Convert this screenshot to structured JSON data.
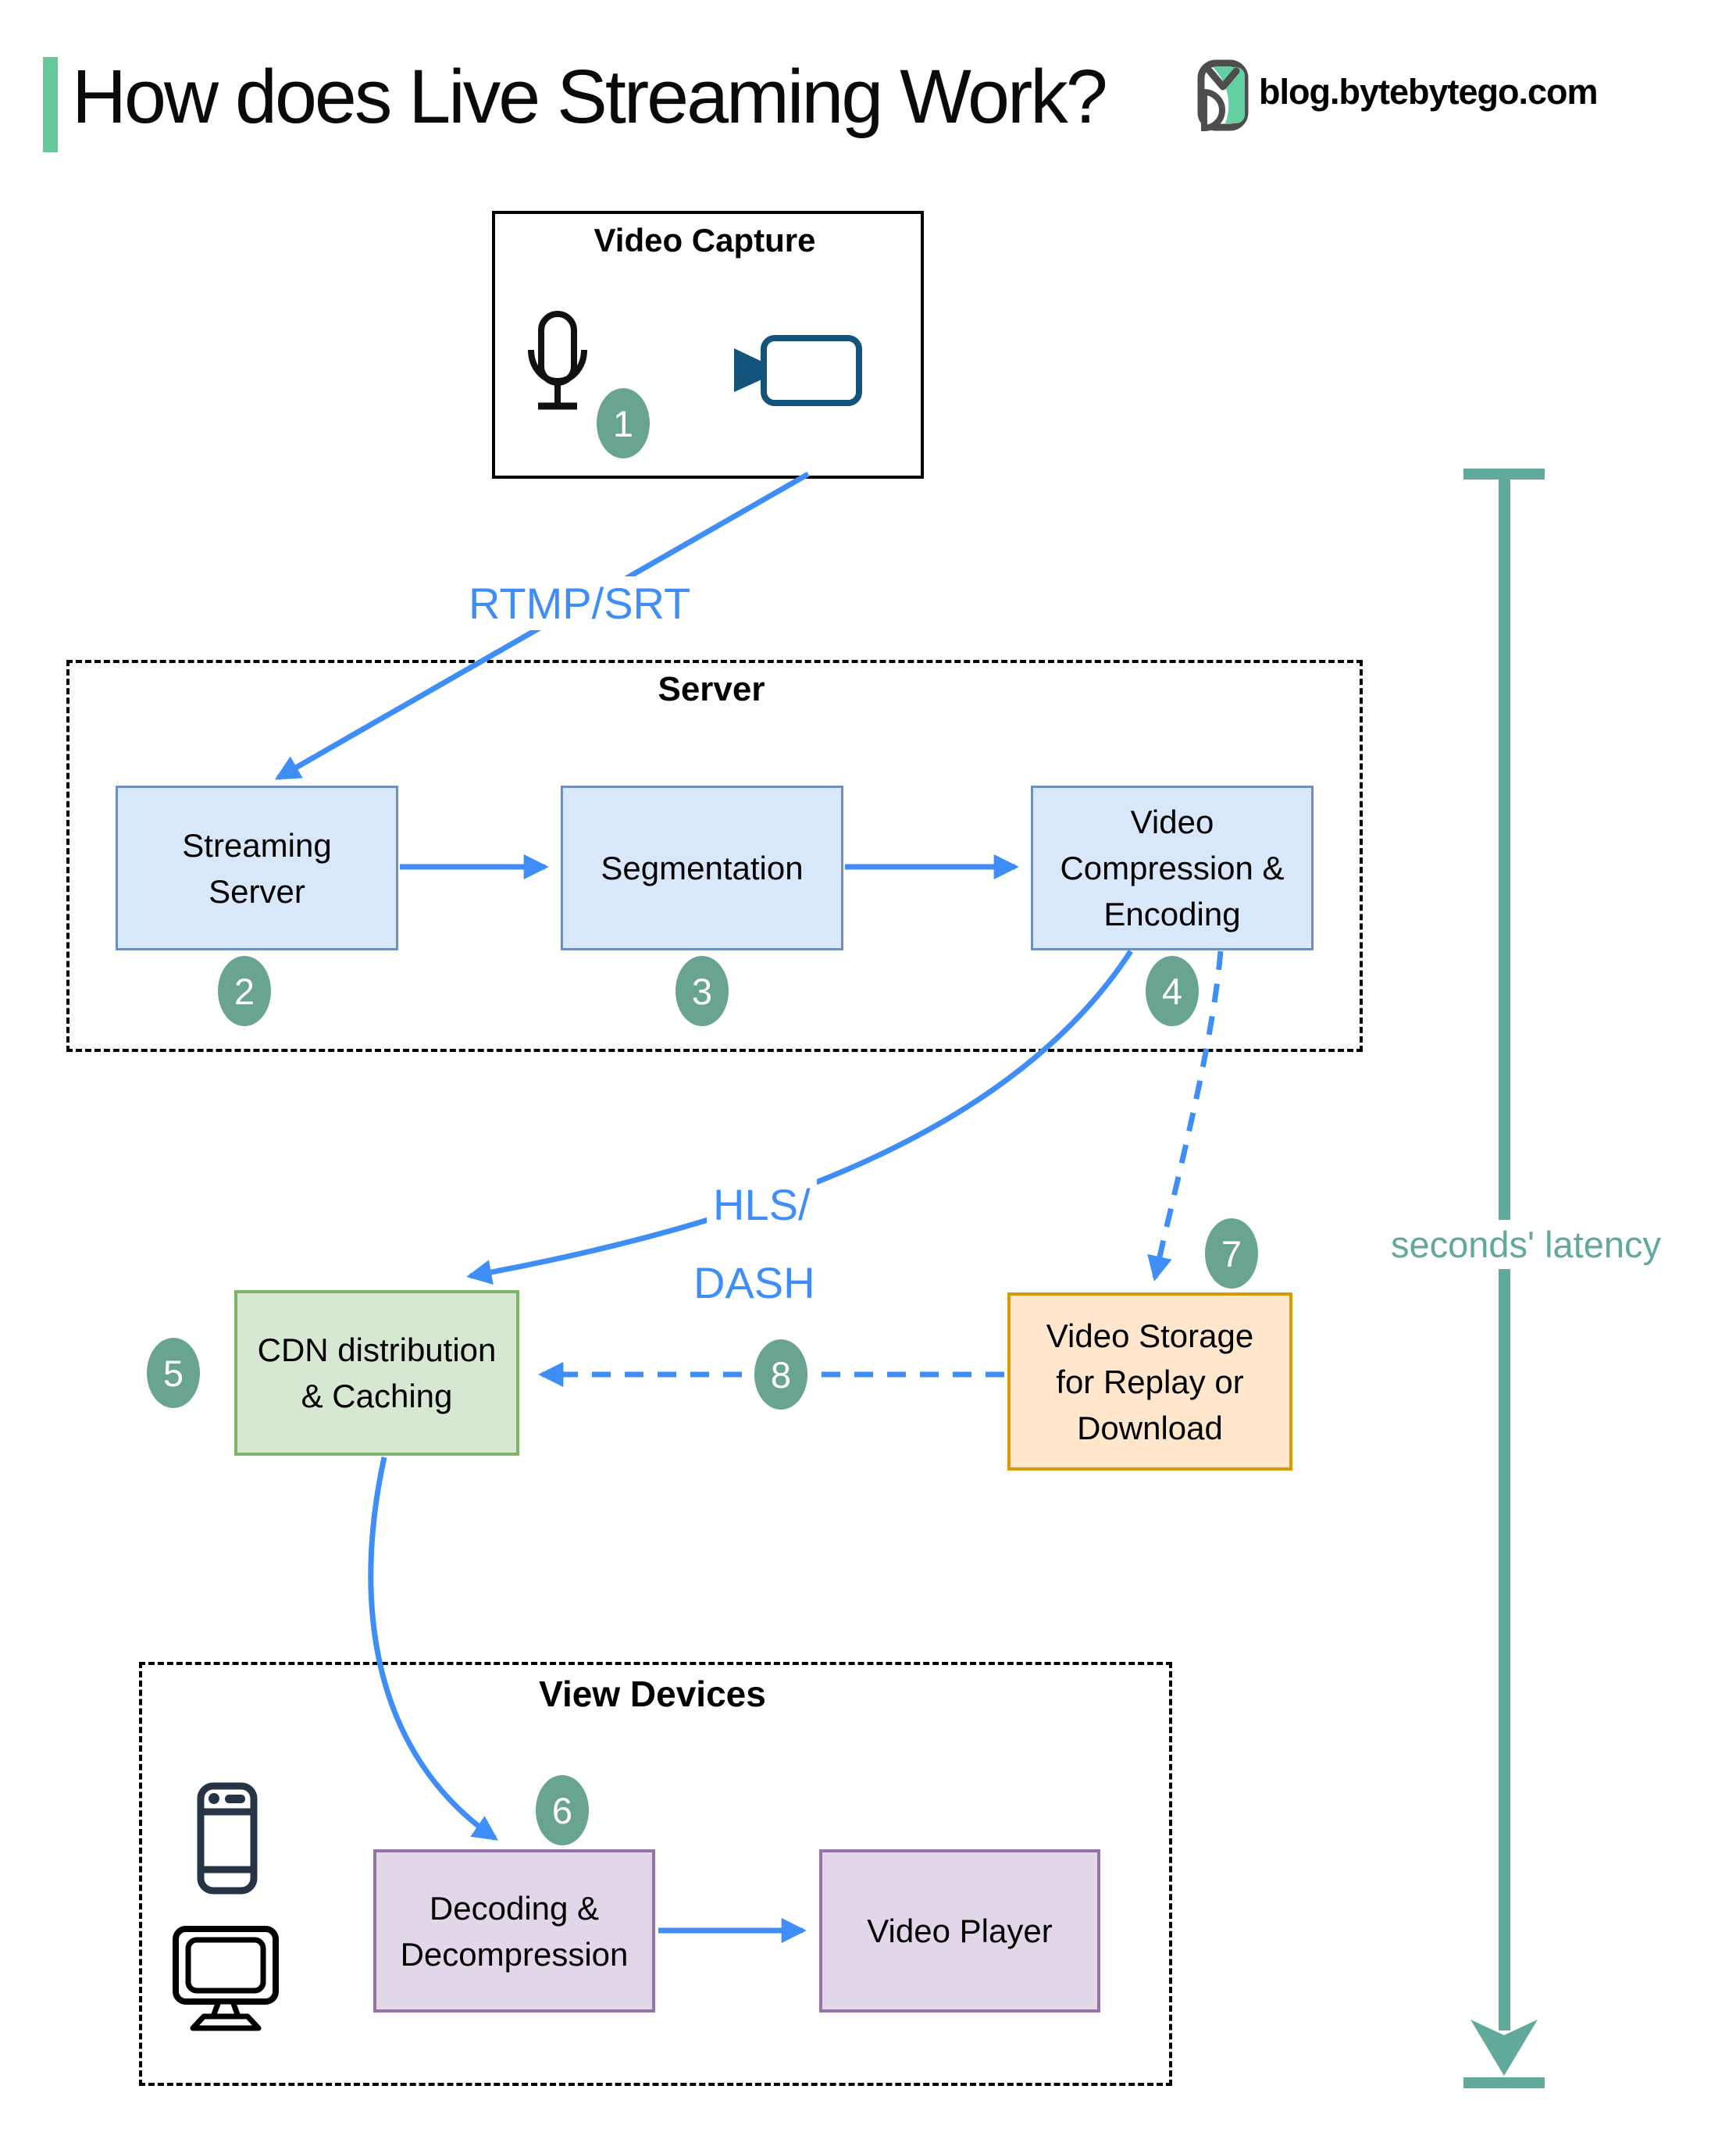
{
  "header": {
    "title": "How does Live Streaming Work?",
    "site": "blog.bytebytego.com"
  },
  "groups": {
    "server": {
      "label": "Server"
    },
    "view_devices": {
      "label": "View Devices"
    }
  },
  "capture": {
    "title": "Video Capture"
  },
  "nodes": {
    "streaming_server": {
      "line1": "Streaming",
      "line2": "Server"
    },
    "segmentation": {
      "label": "Segmentation"
    },
    "compression": {
      "line1": "Video",
      "line2": "Compression &",
      "line3": "Encoding"
    },
    "cdn": {
      "line1": "CDN distribution",
      "line2": "& Caching"
    },
    "storage": {
      "line1": "Video Storage",
      "line2": "for Replay or",
      "line3": "Download"
    },
    "decoding": {
      "line1": "Decoding &",
      "line2": "Decompression"
    },
    "player": {
      "label": "Video Player"
    }
  },
  "connectors": {
    "protocol_label": "RTMP/SRT",
    "hls_line1": "HLS/",
    "hls_line2": "DASH",
    "latency_label": "seconds' latency"
  },
  "badges": {
    "b1": "1",
    "b2": "2",
    "b3": "3",
    "b4": "4",
    "b5": "5",
    "b6": "6",
    "b7": "7",
    "b8": "8"
  },
  "icons": {
    "logo": "bytebytego-owl-logo",
    "microphone": "microphone-icon",
    "camera": "video-camera-icon",
    "phone": "smartphone-icon",
    "monitor": "desktop-monitor-icon"
  },
  "colors": {
    "accent": "#64ca9c",
    "arrow": "#3f8ef7",
    "badge": "#68a491",
    "teal": "#61a99b",
    "nodeBlueFill": "#d9e7fb",
    "nodeBlueStroke": "#6e8fc0",
    "nodeGreenFill": "#d6e8d2",
    "nodeGreenStroke": "#7fb367",
    "nodeOrangeFill": "#ffe6cc",
    "nodeOrangeStroke": "#d79b00",
    "nodePurpleFill": "#e2d6e9",
    "nodePurpleStroke": "#9673a6",
    "cameraIcon": "#14547c",
    "phoneIcon": "#273444"
  }
}
